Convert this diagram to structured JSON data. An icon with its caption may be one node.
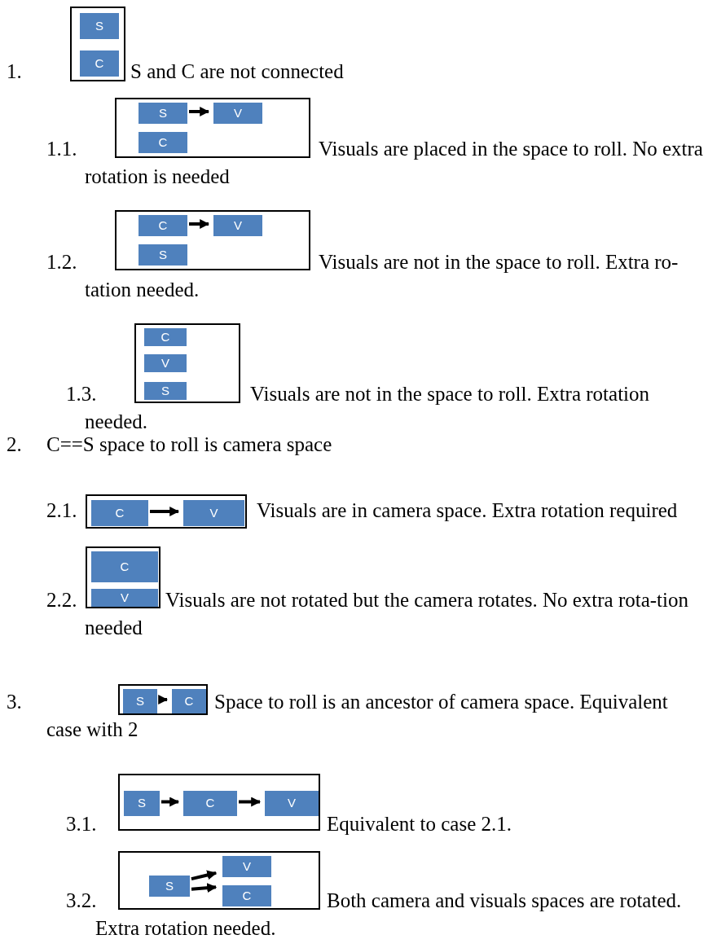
{
  "diagram": {
    "nodes": [
      {
        "text": [],
        "shape": "box",
        "beside": [
          "1.",
          "S and C are not connected"
        ]
      },
      {
        "text": [
          "S"
        ],
        "in": 0
      },
      {
        "text": [
          "C"
        ],
        "in": 0
      },
      {
        "text": [],
        "shape": "box",
        "beside": [
          "1.1.",
          "Visuals are placed in the space to roll. No extra rotation is needed"
        ]
      },
      {
        "text": [
          "S"
        ],
        "in": 3
      },
      {
        "text": [
          "V"
        ],
        "in": 3
      },
      {
        "text": [
          "C"
        ],
        "in": 3
      },
      {
        "text": [],
        "shape": "box",
        "beside": [
          "1.2.",
          "Visuals are not in the space to roll. Extra ro-tation needed."
        ]
      },
      {
        "text": [
          "C"
        ],
        "in": 7
      },
      {
        "text": [
          "V"
        ],
        "in": 7
      },
      {
        "text": [
          "S"
        ],
        "in": 7
      },
      {
        "text": [],
        "shape": "box",
        "beside": [
          "1.3.",
          "Visuals are not in the space to roll. Extra rotation needed."
        ]
      },
      {
        "text": [
          "C"
        ],
        "in": 11
      },
      {
        "text": [
          "V"
        ],
        "in": 11
      },
      {
        "text": [
          "S"
        ],
        "in": 11
      },
      {
        "text": [],
        "shape": "box",
        "beside": [
          "2.1.",
          "Visuals are in camera space. Extra rotation required"
        ]
      },
      {
        "text": [
          "C"
        ],
        "in": 15
      },
      {
        "text": [
          "V"
        ],
        "in": 15
      },
      {
        "text": [],
        "shape": "box",
        "beside": [
          "2.2.",
          "Visuals are not rotated but the camera rotates. No extra rota-tion needed"
        ]
      },
      {
        "text": [
          "C"
        ],
        "in": 18
      },
      {
        "text": [
          "V"
        ],
        "in": 18
      },
      {
        "text": [],
        "shape": "box",
        "beside": [
          "Space to roll is an ancestor of camera space. Equivalent case with 2"
        ]
      },
      {
        "text": [
          "S"
        ],
        "in": 21
      },
      {
        "text": [
          "C"
        ],
        "in": 21
      },
      {
        "text": [],
        "shape": "box",
        "beside": [
          "3.1.",
          "Equivalent to case 2.1."
        ]
      },
      {
        "text": [
          "S"
        ],
        "in": 24
      },
      {
        "text": [
          "C"
        ],
        "in": 24
      },
      {
        "text": [
          "V"
        ],
        "in": 24
      },
      {
        "text": [],
        "shape": "box",
        "beside": [
          "3.2.",
          "Both camera and visuals spaces are rotated. Extra rotation needed."
        ]
      },
      {
        "text": [
          "S"
        ],
        "in": 28
      },
      {
        "text": [
          "V"
        ],
        "in": 28
      },
      {
        "text": [
          "C"
        ],
        "in": 28
      }
    ],
    "edges": [
      {
        "from": 4,
        "to": 5,
        "arrow": "to"
      },
      {
        "from": 8,
        "to": 9,
        "arrow": "to"
      },
      {
        "from": 16,
        "to": 17,
        "arrow": "to"
      },
      {
        "from": 22,
        "to": 23,
        "arrow": "to"
      },
      {
        "from": 25,
        "to": 26,
        "arrow": "to"
      },
      {
        "from": 26,
        "to": 27,
        "arrow": "to"
      },
      {
        "from": 29,
        "to": 30,
        "arrow": "to"
      },
      {
        "from": 29,
        "to": 31,
        "arrow": "to"
      }
    ],
    "labels": [
      "2.",
      "C==S space to roll is camera space",
      "3."
    ]
  }
}
